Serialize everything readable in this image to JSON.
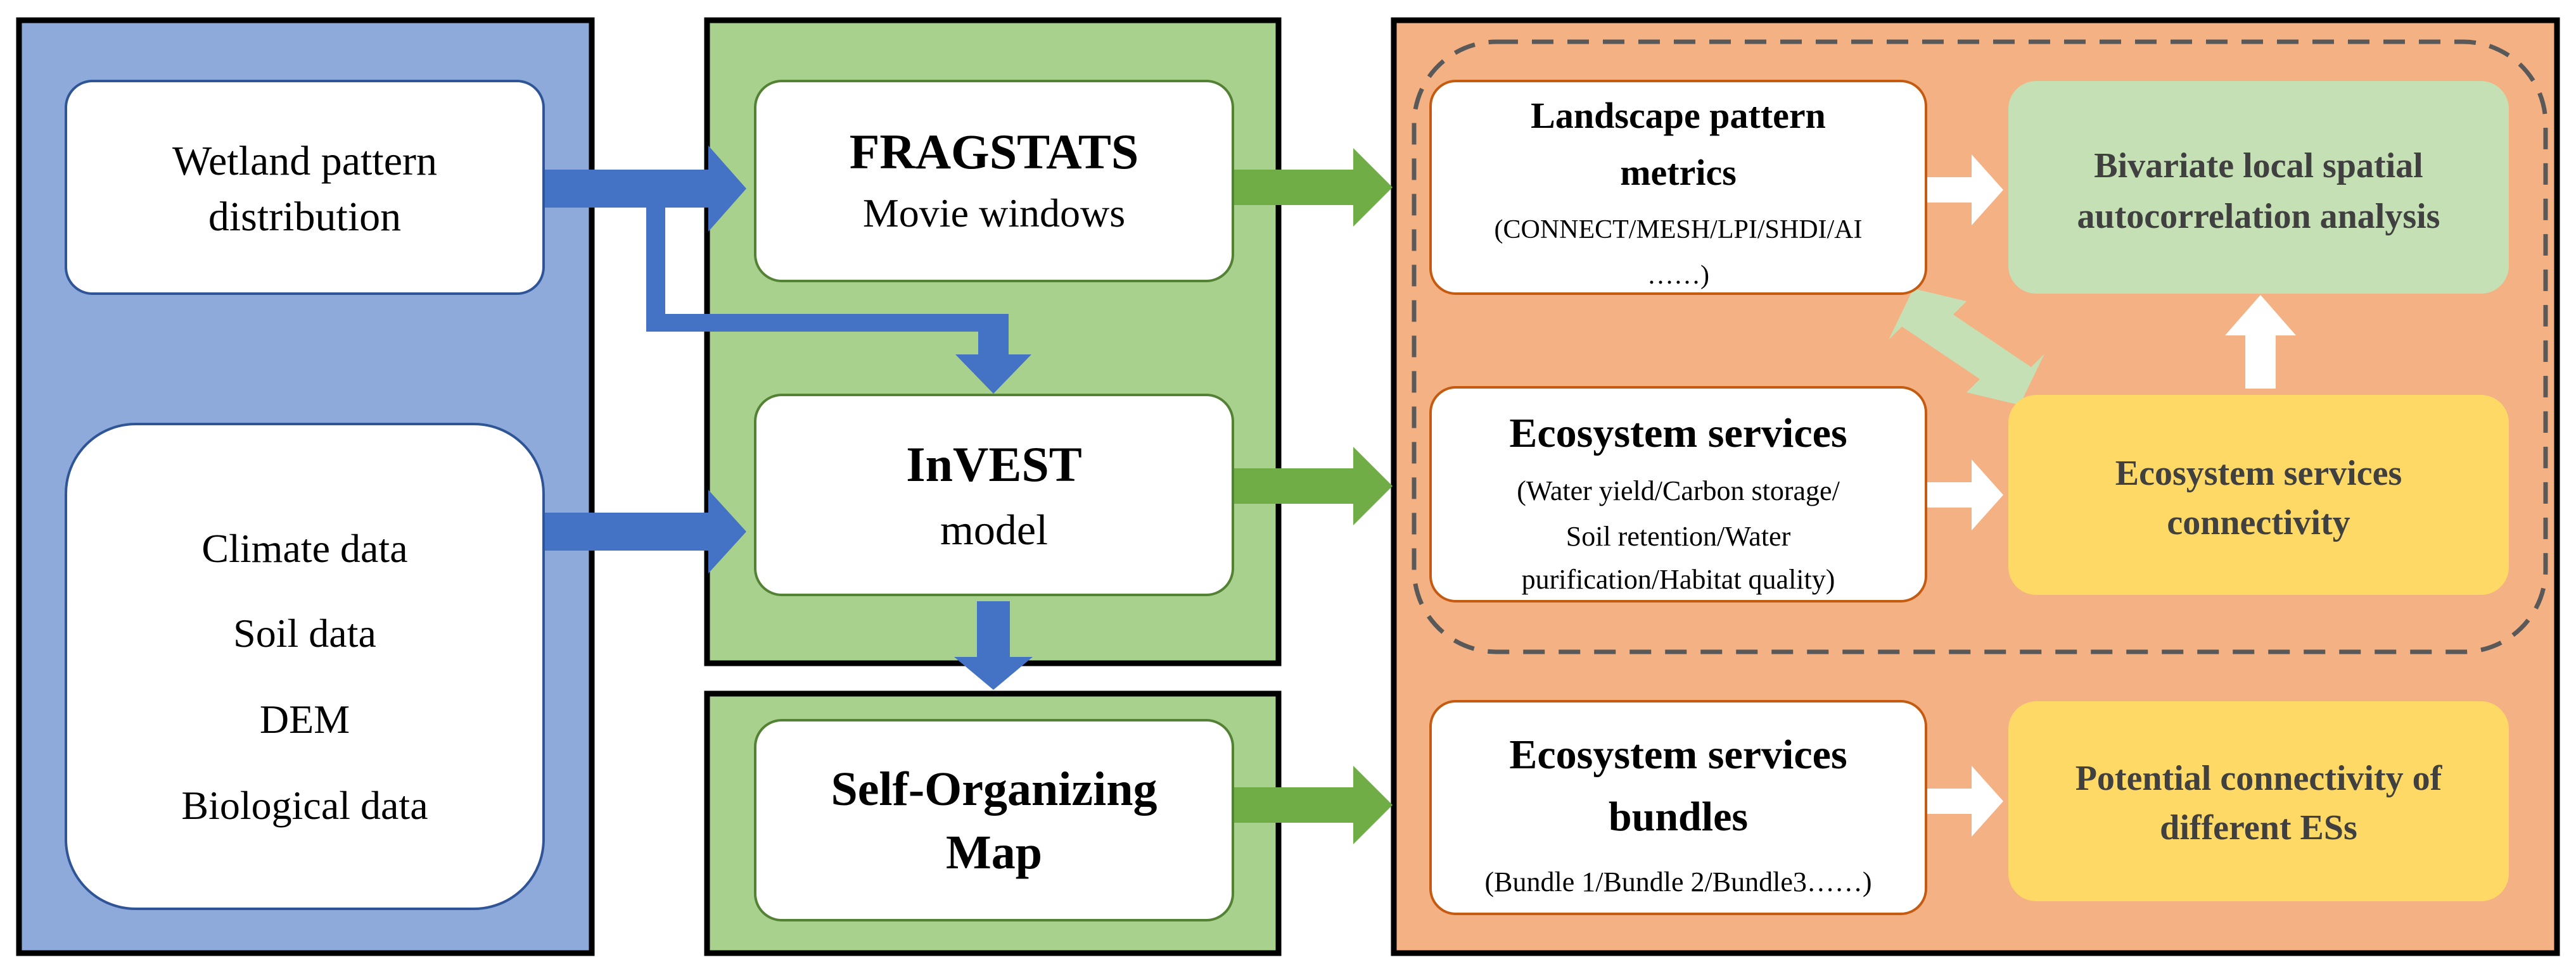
{
  "colors": {
    "input_panel": "#8eaadb",
    "model_panel": "#a9d18e",
    "output_panel": "#f4b183",
    "box_border_blue": "#2f5597",
    "box_border_green": "#548235",
    "box_border_orange": "#c55a11",
    "light_green_box": "#c5e0b4",
    "yellow_box": "#ffd966",
    "blue_arrow": "#4472c4",
    "green_arrow": "#70ad47",
    "dashed": "#595959"
  },
  "inputs": {
    "wetland_line1": "Wetland pattern",
    "wetland_line2": "distribution",
    "data_items": [
      "Climate data",
      "Soil data",
      "DEM",
      "Biological data"
    ]
  },
  "models": {
    "fragstats_title": "FRAGSTATS",
    "fragstats_sub": "Movie windows",
    "invest_title": "InVEST",
    "invest_sub": "model",
    "som_line1": "Self-Organizing",
    "som_line2": "Map"
  },
  "outputs": {
    "landscape_line1": "Landscape pattern",
    "landscape_line2": "metrics",
    "landscape_detail1": "(CONNECT/MESH/LPI/SHDI/AI",
    "landscape_detail2": "……)",
    "es_title": "Ecosystem services",
    "es_detail1": "(Water yield/Carbon storage/",
    "es_detail2": "Soil retention/Water",
    "es_detail3": "purification/Habitat quality)",
    "bundles_line1": "Ecosystem services",
    "bundles_line2": "bundles",
    "bundles_detail": "(Bundle 1/Bundle 2/Bundle3……)",
    "bivariate_line1": "Bivariate local spatial",
    "bivariate_line2": "autocorrelation analysis",
    "connectivity_line1": "Ecosystem services",
    "connectivity_line2": "connectivity",
    "potential_line1": "Potential connectivity of",
    "potential_line2": "different ESs"
  }
}
